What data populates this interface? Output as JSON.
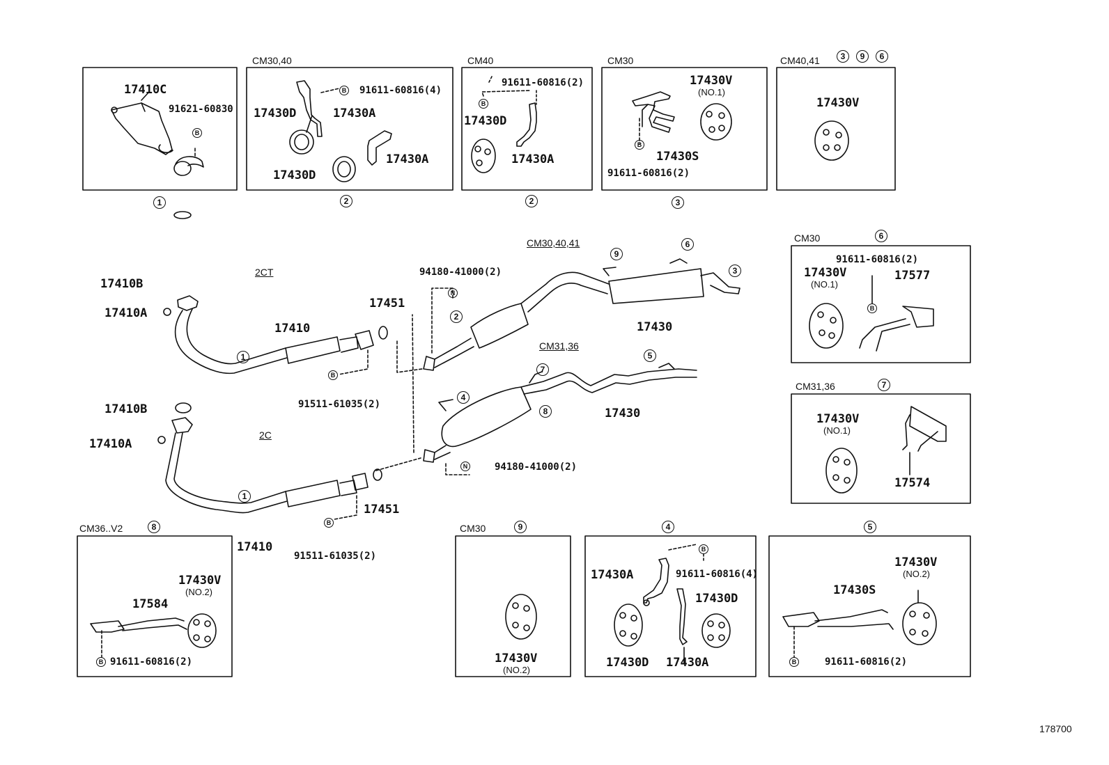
{
  "figure_id": "178700",
  "boxes": {
    "b1": {
      "model": "",
      "ref": "1",
      "parts": [
        "17410C",
        "91621-60830"
      ],
      "bolt": "B"
    },
    "b2": {
      "model": "CM30,40",
      "ref": "2",
      "parts": [
        "17430D",
        "17430A",
        "17430A",
        "17430D",
        "91611-60816(4)"
      ],
      "bolt": "B"
    },
    "b3": {
      "model": "CM40",
      "ref": "2",
      "parts": [
        "91611-60816(2)",
        "17430D",
        "17430A"
      ],
      "bolt": "B"
    },
    "b4": {
      "model": "CM30",
      "ref": "3",
      "parts": [
        "17430V",
        "(NO.1)",
        "17430S",
        "91611-60816(2)"
      ],
      "bolt": "B"
    },
    "b5": {
      "model": "CM40,41",
      "refs": [
        "3",
        "9",
        "6"
      ],
      "parts": [
        "17430V"
      ]
    },
    "b6": {
      "model": "CM30",
      "ref": "6",
      "parts": [
        "91611-60816(2)",
        "17430V",
        "(NO.1)",
        "17577"
      ],
      "bolt": "B"
    },
    "b7": {
      "model": "CM31,36",
      "ref": "7",
      "parts": [
        "17430V",
        "(NO.1)",
        "17574"
      ]
    },
    "b8": {
      "model": "CM36..V2",
      "ref": "8",
      "parts": [
        "17430V",
        "(NO.2)",
        "17584",
        "91611-60816(2)"
      ],
      "bolt": "B"
    },
    "b9": {
      "model": "CM30",
      "ref": "9",
      "parts": [
        "17430V",
        "(NO.2)"
      ]
    },
    "b10": {
      "model": "",
      "ref": "4",
      "parts": [
        "17430A",
        "91611-60816(4)",
        "17430D",
        "17430D",
        "17430A"
      ],
      "bolt": "B"
    },
    "b11": {
      "model": "",
      "ref": "5",
      "parts": [
        "17430V",
        "(NO.2)",
        "17430S",
        "91611-60816(2)"
      ],
      "bolt": "B"
    }
  },
  "main": {
    "engine_2ct": "2CT",
    "engine_2c": "2C",
    "model_upper": "CM30,40,41",
    "model_lower": "CM31,36",
    "labels": {
      "p17410B_top": "17410B",
      "p17410A_top": "17410A",
      "p17410_top": "17410",
      "p17451_top": "17451",
      "p91511_top": "91511-61035(2)",
      "p94180_top": "94180-41000(2)",
      "p17430_upper": "17430",
      "p17430_lower": "17430",
      "p17410B_bot": "17410B",
      "p17410A_bot": "17410A",
      "p17451_bot": "17451",
      "p17410_bot": "17410",
      "p91511_bot": "91511-61035(2)",
      "p94180_bot": "94180-41000(2)"
    },
    "refs": {
      "r1_top": "1",
      "r2_top": "2",
      "r9": "9",
      "r6": "6",
      "r3": "3",
      "r7": "7",
      "r5": "5",
      "r4": "4",
      "r8": "8",
      "r1_bot": "1"
    },
    "nut": "N",
    "bolt": "B"
  }
}
